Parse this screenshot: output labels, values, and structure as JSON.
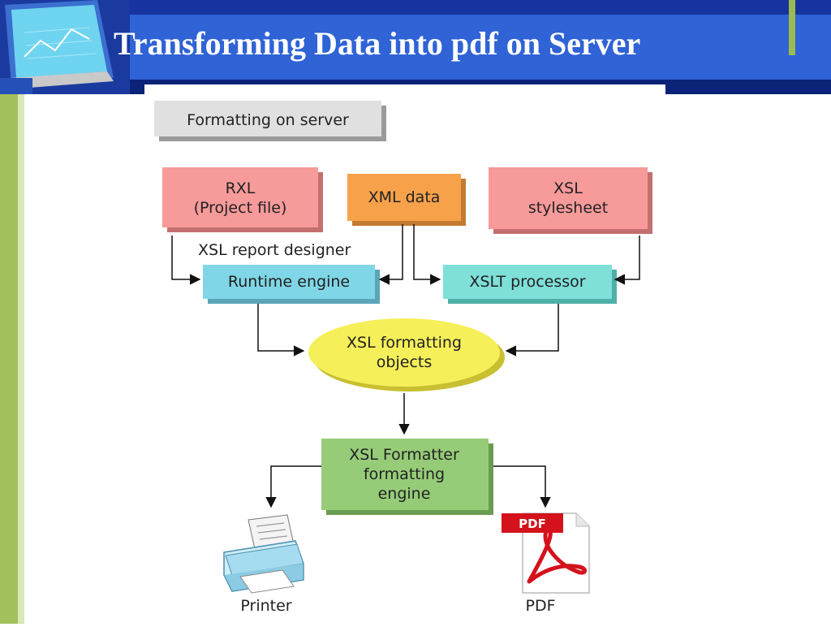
{
  "slide": {
    "title": "Transforming Data into pdf on Server"
  },
  "diagram": {
    "header_label": "Formatting on server",
    "rxl": {
      "line1": "RXL",
      "line2": "(Project file)"
    },
    "xml_data": "XML data",
    "xsl_stylesheet": {
      "line1": "XSL",
      "line2": "stylesheet"
    },
    "report_designer_label": "XSL report designer",
    "runtime_engine": "Runtime engine",
    "xslt_processor": "XSLT processor",
    "formatting_objects": {
      "line1": "XSL formatting",
      "line2": "objects"
    },
    "formatter": {
      "line1": "XSL Formatter",
      "line2": "formatting",
      "line3": "engine"
    },
    "printer_label": "Printer",
    "pdf_label": "PDF",
    "pdf_icon_text": "PDF"
  },
  "colors": {
    "header_blue": "#2f63d6",
    "header_dark": "#0d2c8c",
    "accent_green": "#a2c15a",
    "pink_box": "#f79a9a",
    "orange_box": "#f7a24a",
    "cyan_box": "#7fd6e6",
    "teal_box": "#7ee0d8",
    "yellow_ellipse": "#f5ef5a",
    "green_box": "#96cc78",
    "gray_box": "#e0e0e0",
    "pdf_red": "#d4121b"
  }
}
